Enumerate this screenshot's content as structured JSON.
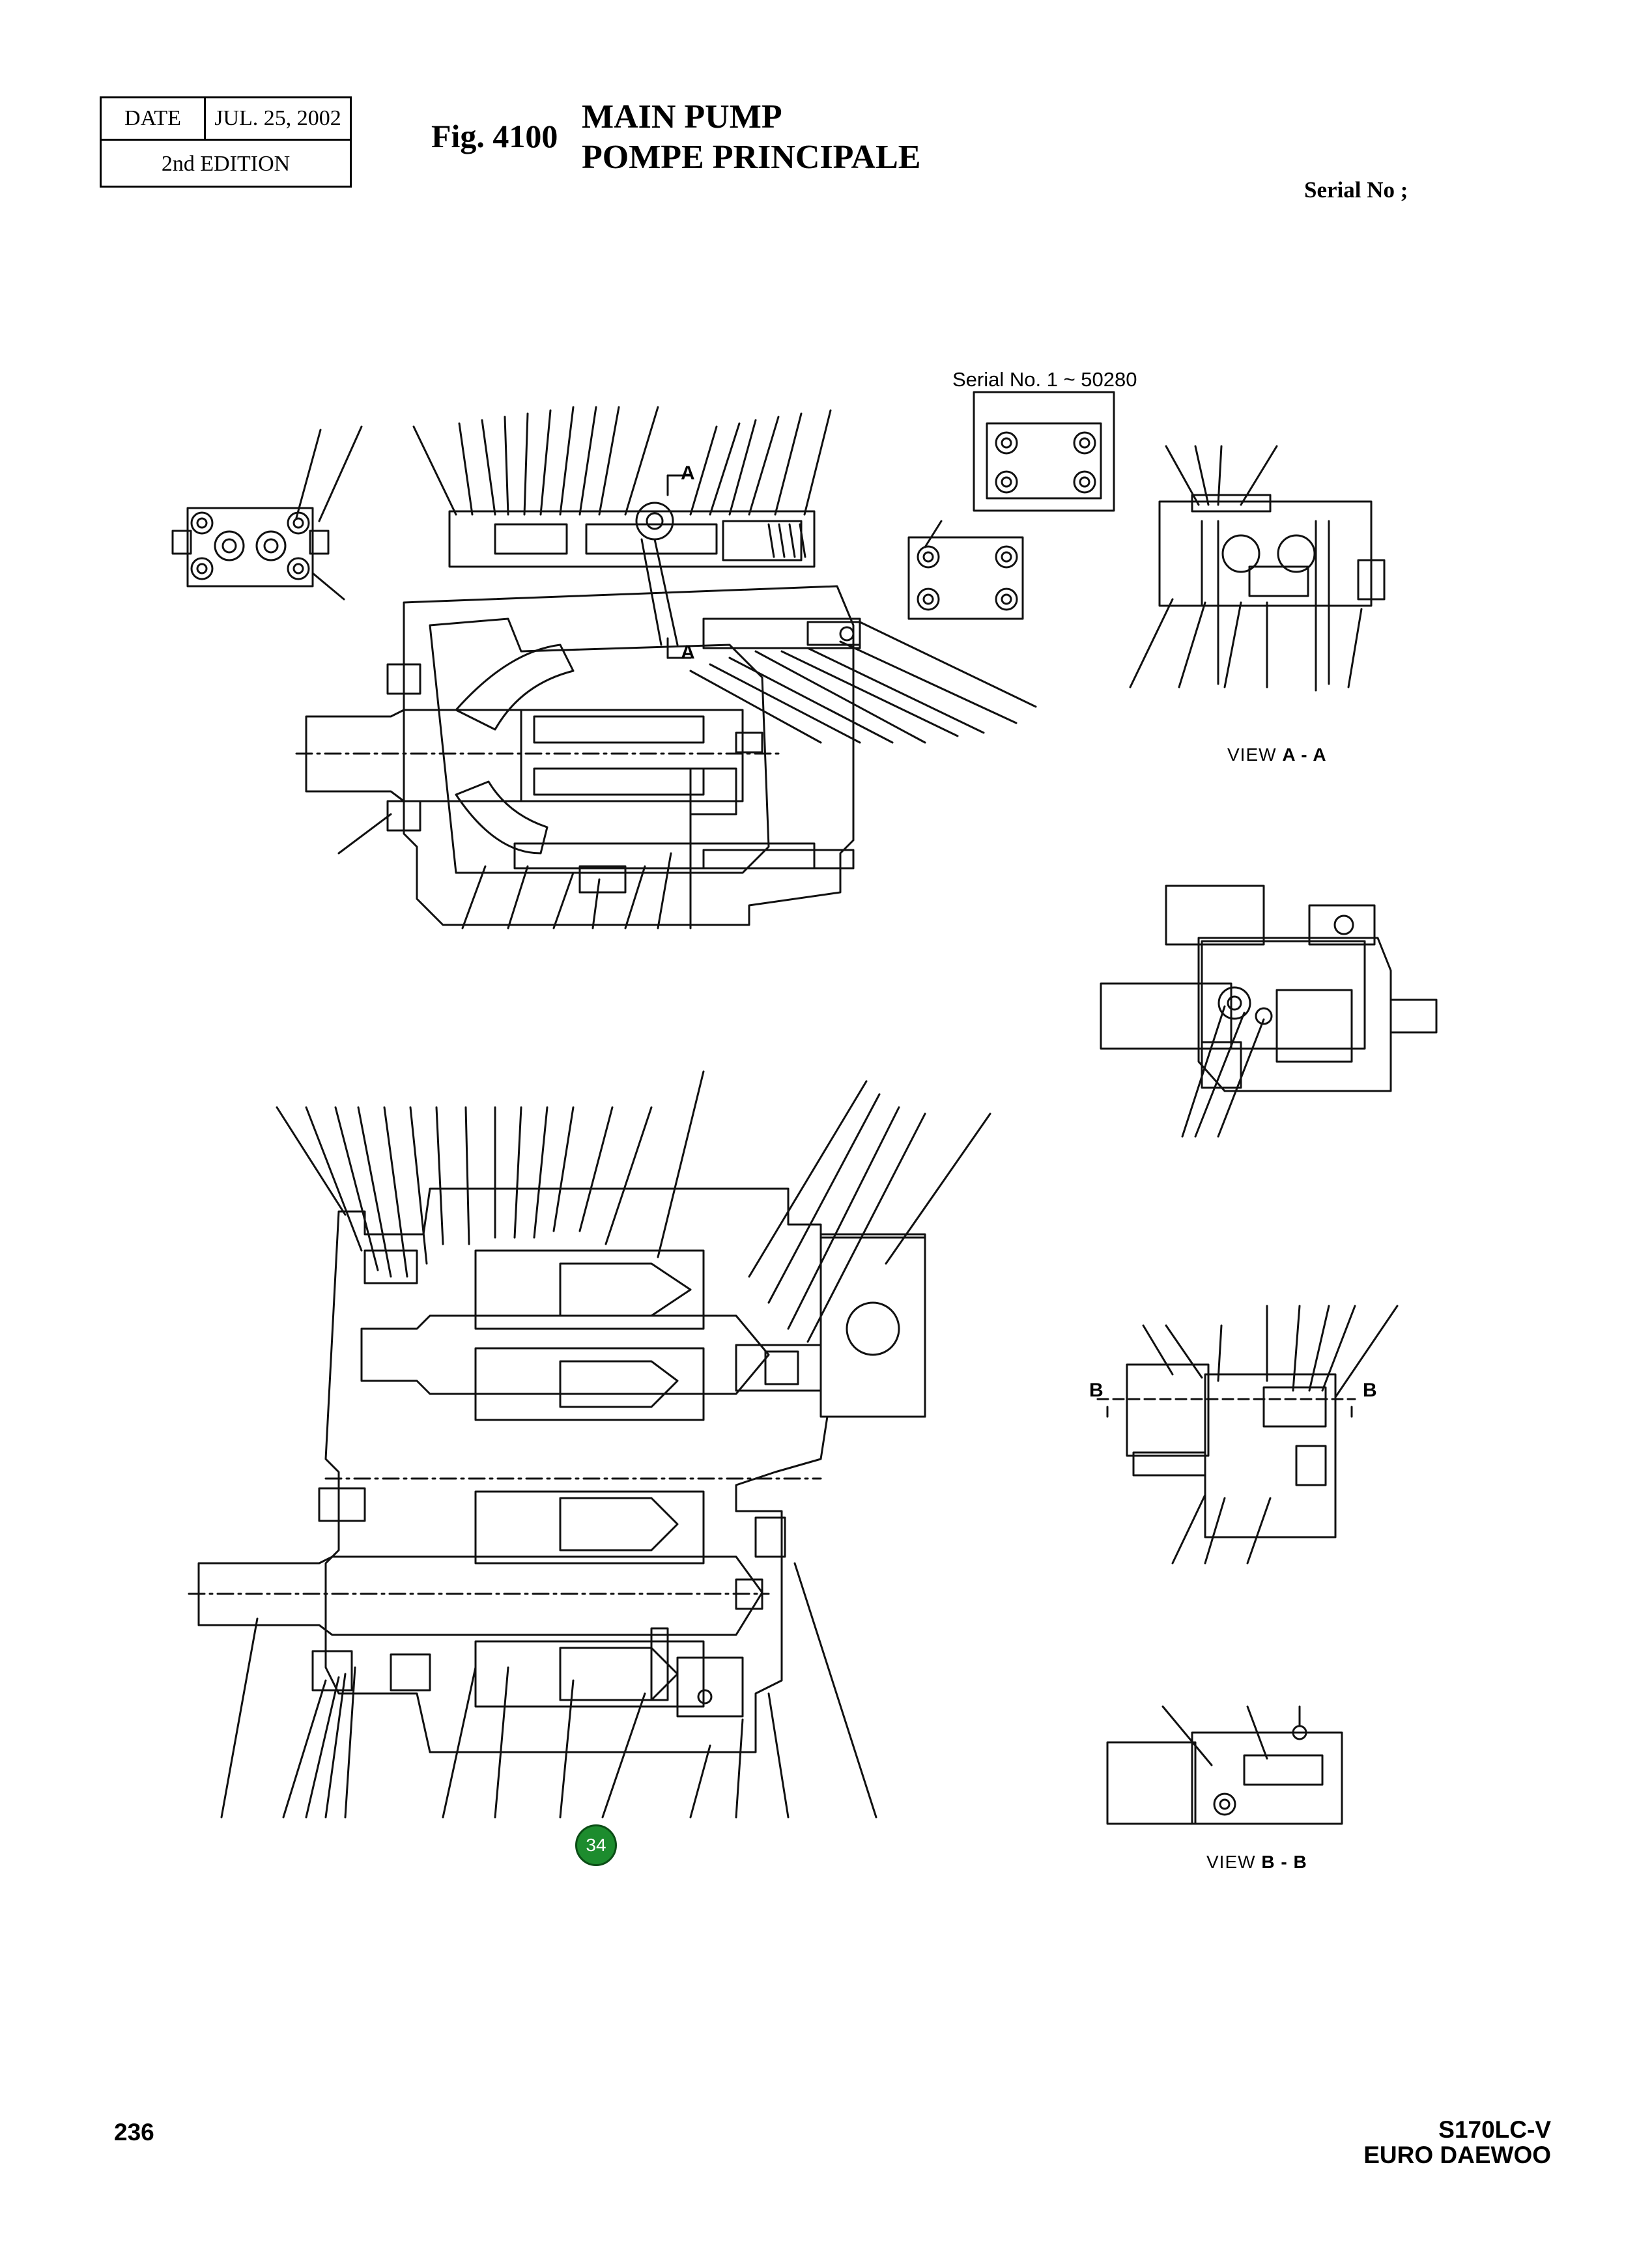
{
  "header": {
    "date_label": "DATE",
    "date_value": "JUL. 25, 2002",
    "edition": "2nd  EDITION",
    "fig": "Fig. 4100",
    "title_en": "MAIN PUMP",
    "title_fr": "POMPE PRINCIPALE",
    "serial": "Serial No ;"
  },
  "drawing": {
    "serial_range": "Serial No. 1 ~ 50280",
    "view_aa_prefix": "VIEW",
    "view_aa": "A - A",
    "view_bb_prefix": "VIEW",
    "view_bb": "B - B",
    "section_a_top": "A",
    "section_a_bottom": "A",
    "section_b_left": "B",
    "section_b_right": "B",
    "callout": "34"
  },
  "footer": {
    "page": "236",
    "model_line1": "S170LC-V",
    "model_line2": "EURO DAEWOO"
  }
}
